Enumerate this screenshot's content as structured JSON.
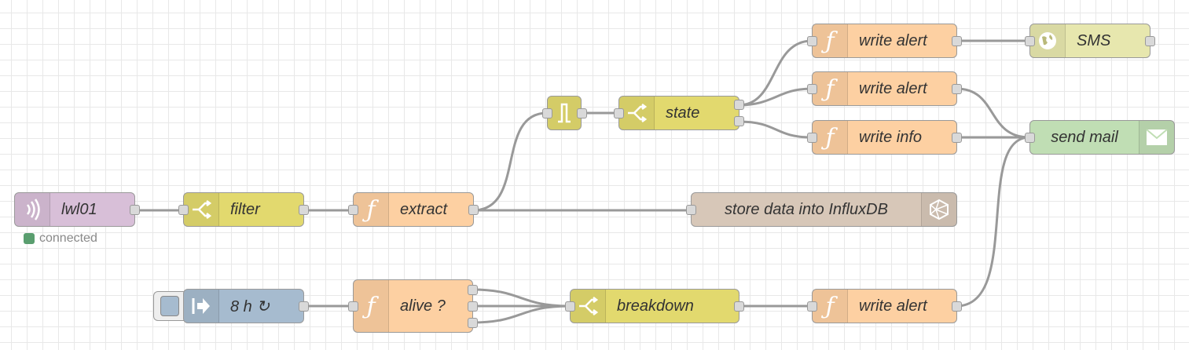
{
  "colors": {
    "mqtt": "#d8bfd8",
    "switch": "#e2d96e",
    "function": "#fdd0a2",
    "rbe": "#e2d96e",
    "email": "#c0deb4",
    "sms": "#e7e7ae",
    "influx": "#d7c7b8",
    "inject": "#a6bbcf",
    "status_connected": "#5a9e6f"
  },
  "nodes": {
    "mqtt_in": {
      "label": "lwl01",
      "icon": "radio-waves-icon",
      "status": "connected"
    },
    "filter": {
      "label": "filter",
      "icon": "switch-icon"
    },
    "extract": {
      "label": "extract",
      "icon": "function-icon"
    },
    "rbe": {
      "label": "",
      "icon": "rbe-icon"
    },
    "state": {
      "label": "state",
      "icon": "switch-icon"
    },
    "write_alert_1": {
      "label": "write alert",
      "icon": "function-icon"
    },
    "write_alert_2": {
      "label": "write alert",
      "icon": "function-icon"
    },
    "write_info": {
      "label": "write info",
      "icon": "function-icon"
    },
    "sms": {
      "label": "SMS",
      "icon": "globe-icon"
    },
    "send_mail": {
      "label": "send mail",
      "icon": "envelope-icon"
    },
    "store_influx": {
      "label": "store data into InfluxDB",
      "icon": "influxdb-icon"
    },
    "inject": {
      "label": "8 h ↻",
      "icon": "inject-arrow-icon"
    },
    "alive": {
      "label": "alive ?",
      "icon": "function-icon"
    },
    "breakdown": {
      "label": "breakdown",
      "icon": "switch-icon"
    },
    "write_alert_3": {
      "label": "write alert",
      "icon": "function-icon"
    }
  }
}
